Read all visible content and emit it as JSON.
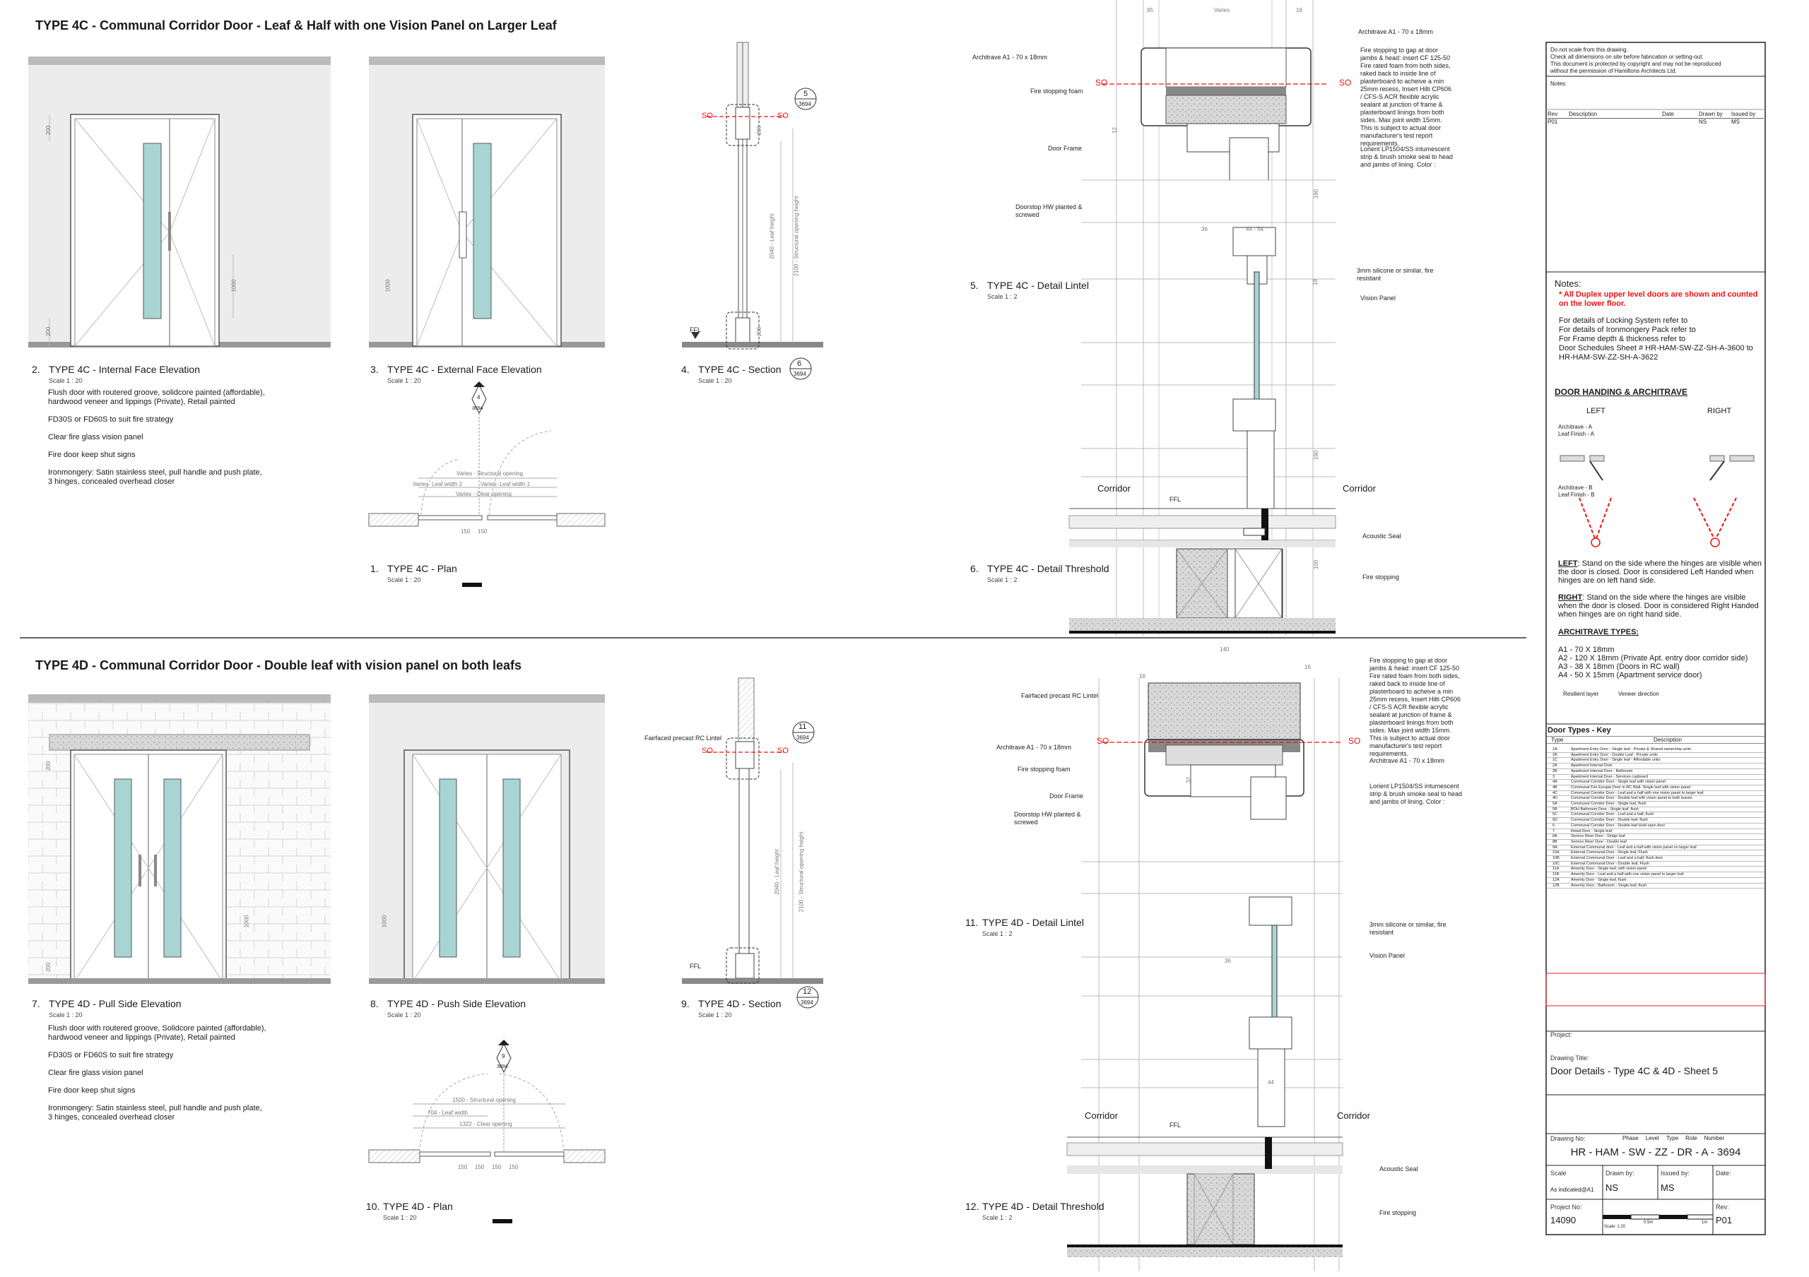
{
  "sections": {
    "t4c_title": "TYPE 4C - Communal Corridor Door - Leaf & Half with one Vision Panel on Larger Leaf",
    "t4d_title": "TYPE 4D - Communal Corridor Door -  Double leaf with vision panel on both leafs"
  },
  "views": {
    "v1": {
      "num": "1.",
      "title": "TYPE 4C - Plan",
      "scale": "Scale 1 : 20"
    },
    "v2": {
      "num": "2.",
      "title": "TYPE 4C - Internal Face Elevation",
      "scale": "Scale 1 : 20"
    },
    "v3": {
      "num": "3.",
      "title": "TYPE 4C - External Face Elevation",
      "scale": "Scale 1 : 20"
    },
    "v4": {
      "num": "4.",
      "title": "TYPE 4C - Section",
      "scale": "Scale 1 : 20"
    },
    "v5": {
      "num": "5.",
      "title": "TYPE 4C - Detail Lintel",
      "scale": "Scale 1 : 2"
    },
    "v6": {
      "num": "6.",
      "title": "TYPE 4C - Detail Threshold",
      "scale": "Scale 1 : 2"
    },
    "v7": {
      "num": "7.",
      "title": "TYPE 4D - Pull Side Elevation",
      "scale": "Scale 1 : 20"
    },
    "v8": {
      "num": "8.",
      "title": "TYPE 4D - Push Side Elevation",
      "scale": "Scale 1 : 20"
    },
    "v9": {
      "num": "9.",
      "title": "TYPE 4D - Section",
      "scale": "Scale 1 : 20"
    },
    "v10": {
      "num": "10.",
      "title": "TYPE 4D - Plan",
      "scale": "Scale 1 : 20"
    },
    "v11": {
      "num": "11.",
      "title": "TYPE 4D - Detail Lintel",
      "scale": "Scale 1 : 2"
    },
    "v12": {
      "num": "12.",
      "title": "TYPE 4D - Detail Threshold",
      "scale": "Scale 1 : 2"
    }
  },
  "notes_4c": {
    "n1a": "Flush door with routered groove, solidcore painted (affordable),",
    "n1b": "hardwood veneer and lippings (Private), Retail painted",
    "n2": "FD30S or FD60S to suit fire strategy",
    "n3": "Clear fire glass vision panel",
    "n4": "Fire door keep shut signs",
    "n5a": "Ironmongery: Satin stainless steel, pull handle and push plate,",
    "n5b": "3 hinges, concealed overhead closer"
  },
  "notes_4d": {
    "n1a": "Flush door with routered groove, Solidcore painted (affordable),",
    "n1b": "hardwood veneer and lippings (Private), Retail painted",
    "n2": "FD30S or FD60S to suit fire strategy",
    "n3": "Clear fire glass vision panel",
    "n4": "Fire door keep shut signs",
    "n5a": "Ironmongery: Satin stainless steel, pull handle and push plate,",
    "n5b": "3 hinges, concealed overhead closer"
  },
  "callouts": {
    "c5": "5",
    "c6": "6",
    "c4": "4",
    "c11": "11",
    "c12": "12",
    "c9": "9",
    "sheet": "3694",
    "so": "SO",
    "ffl": "FFL"
  },
  "dims": {
    "d200": "200",
    "d1000": "1000",
    "d2040": "2040 - Leaf height",
    "d2100": "2100 - Structural opening height",
    "varies_so": "Varies - Structural opening",
    "varies_l2": "Varies- Leaf width 2",
    "varies_l1": "Varies- Leaf width 1",
    "varies_co": "Varies - Clear opening",
    "d150": "150",
    "d1500": "1500 - Structural opening",
    "d704": "704 - Leaf width",
    "d1322": "1322 - Clear opening",
    "d95": "95",
    "varies": "Varies",
    "d16": "16",
    "d36": "36",
    "d44_54": "44 - 54",
    "d140": "140",
    "d44": "44",
    "d12": "12",
    "d18": "18",
    "d190": "190",
    "d32": "32",
    "d100": "100"
  },
  "ann": {
    "arch": "Architrave A1 - 70 x 18mm",
    "fsf": "Fire stopping foam",
    "frame": "Door Frame",
    "stop1": "Doorstop HW planted  &",
    "stop2": "screwed",
    "fs_gap": [
      "Fire stopping to gap at door",
      "jambs & head: insert CF 125-50",
      "Fire rated foam from both sides,",
      "raked back to inside line of",
      "plasterboard to acheive a min",
      "25mm recess, Insert Hilti CP606",
      "/ CFS-S ACR flexible acrylic",
      "sealant at junction of frame &",
      "plasterboard linings from both",
      "sides. Max joint width 15mm.",
      "This is subject to actual door",
      "manufacturer's test report",
      "requirements."
    ],
    "lorient": [
      "Lorient LP1504/SS intumescent",
      "strip & brush smoke seal to head",
      "and jambs of lining. Color :"
    ],
    "sil1": "3mm silicone or similar, fire",
    "sil2": "resistant",
    "vp": "Vision Panel",
    "corridor": "Corridor",
    "acoustic": "Acoustic Seal",
    "firestop": "Fire stopping",
    "rc": "Fairfaced precast RC Lintel"
  },
  "titleblock": {
    "disclaimer": [
      "Do not scale from this drawing.",
      "Check all dimensions on site before fabrication or setting-out.",
      "This document is protected by copyright and may not be reproduced",
      "without the permission of Hamiltons Architects Ltd."
    ],
    "notes_label": "Notes:",
    "rev_cols": [
      "Rev",
      "Description",
      "Date",
      "Drawn by",
      "Issued by"
    ],
    "rev_row": [
      "P01",
      "",
      "",
      "NS",
      "MS"
    ],
    "notes_head": "Notes:",
    "red_note": "* All Duplex upper level doors are shown and counted on the lower floor.",
    "refs": [
      "For details of Locking System refer to",
      "For details of Ironmongery Pack refer to",
      "For Frame depth & thickness  refer to",
      "Door Schedules Sheet #  HR-HAM-SW-ZZ-SH-A-3600 to",
      "HR-HAM-SW-ZZ-SH-A-3622"
    ],
    "handing_title": "DOOR HANDING & ARCHITRAVE",
    "left": "LEFT",
    "right": "RIGHT",
    "arch_a": "Architrave - A",
    "leaf_a": "Leaf Finish - A",
    "arch_b": "Architrave - B",
    "leaf_b": "Leaf Finish - B",
    "left_bold": "LEFT",
    "left_text": ": Stand on the side where the hinges are visible when the door is closed. Door is considered Left Handed when hinges are on left hand side.",
    "right_bold": "RIGHT",
    "right_text": ": Stand on the side where the hinges are visible when the door is closed. Door is considered Right Handed when hinges are on right hand side.",
    "arch_types_title": "ARCHITRAVE TYPES:",
    "arch_types": [
      "A1  -  70 X 18mm",
      "A2  -  120 X 18mm (Private Apt. entry door corridor side)",
      "A3  -  38 X 18mm (Doors in RC wall)",
      "A4  -  50 X 15mm (Apartment service door)"
    ],
    "resilient": "Resilient layer",
    "veneer": "Veneer direction",
    "key_title": "Door Types - Key",
    "key_cols": [
      "Type",
      "Description"
    ],
    "key_rows": [
      [
        "1A",
        "Apartment Entry Door - Single leaf - Private & Shared ownership units"
      ],
      [
        "1B",
        "Apartment Entry Door - Double Leaf - Private units"
      ],
      [
        "1C",
        "Apartment Entry Door - Single leaf - Affordable units"
      ],
      [
        "2A",
        "Apartment Internal Door"
      ],
      [
        "2B",
        "Apartment Internal Door - Bathroom"
      ],
      [
        "3",
        "Apartment Internal Door - Services cupboard"
      ],
      [
        "4A",
        "Communal Corridor Door - Single leaf with vision panel"
      ],
      [
        "4B",
        "Communal Fire Escape Door in RC Wall- Single leaf with vision panel"
      ],
      [
        "4C",
        "Communal Corridor Door - Leaf and a half with one vision panel to larger leaf"
      ],
      [
        "4D",
        "Communal Corridor Door - Double leaf with vision panel to both leaves"
      ],
      [
        "5A",
        "Communal Corridor Door - Single leaf, flush"
      ],
      [
        "5B",
        "BOH Bathroom Door - Single leaf, flush"
      ],
      [
        "5C",
        "Communal Corridor Door - Leaf and a half, flush"
      ],
      [
        "5D",
        "Communal Corridor Door - Double leaf, flush"
      ],
      [
        "6",
        "Communal Corridor Door - Double leaf Hold open door"
      ],
      [
        "7",
        "Retail Door - Single leaf"
      ],
      [
        "8A",
        "Service Riser Door - Sinlge leaf"
      ],
      [
        "8B",
        "Service Riser Door - Double leaf"
      ],
      [
        "9A",
        "External Communal door - Leaf and a half with vision panel on larger leaf"
      ],
      [
        "10A",
        "External Communal Door - Single leaf, Flush"
      ],
      [
        "10B",
        "External Communal Door - Leaf and a half, flush door"
      ],
      [
        "10C",
        "External Communal Door - Double leaf, Flush"
      ],
      [
        "11A",
        "Amenity Door - Single leaf, with vision panel"
      ],
      [
        "11B",
        "Amenity Door - Leaf and a half with one vision panel to larger leaf"
      ],
      [
        "12A",
        "Amenity Door - Single leaf, flush"
      ],
      [
        "12B",
        "Amenity Door - Bathroom - Single leaf, flush"
      ]
    ],
    "project_label": "Project:",
    "drawing_title_label": "Drawing Title:",
    "drawing_title": "Door Details - Type 4C & 4D - Sheet 5",
    "drawing_no_label": "Drawing No:",
    "phase": "Phase",
    "level": "Level",
    "type": "Type",
    "role": "Role",
    "number": "Number",
    "drawing_no": "HR - HAM - SW - ZZ - DR - A - 3694",
    "scale_label": "Scale",
    "scale_value": "As indicated@A1",
    "drawn_label": "Drawn by:",
    "drawn_value": "NS",
    "issued_label": "Issued by:",
    "issued_value": "MS",
    "date_label": "Date:",
    "proj_no_label": "Project No:",
    "proj_no_value": "14090",
    "scale_bar_mid": "0.5m",
    "scale_bar_end": "1m",
    "scale_bar_label": "Scale: 1:20",
    "rev_label": "Rev:",
    "rev_value": "P01"
  }
}
